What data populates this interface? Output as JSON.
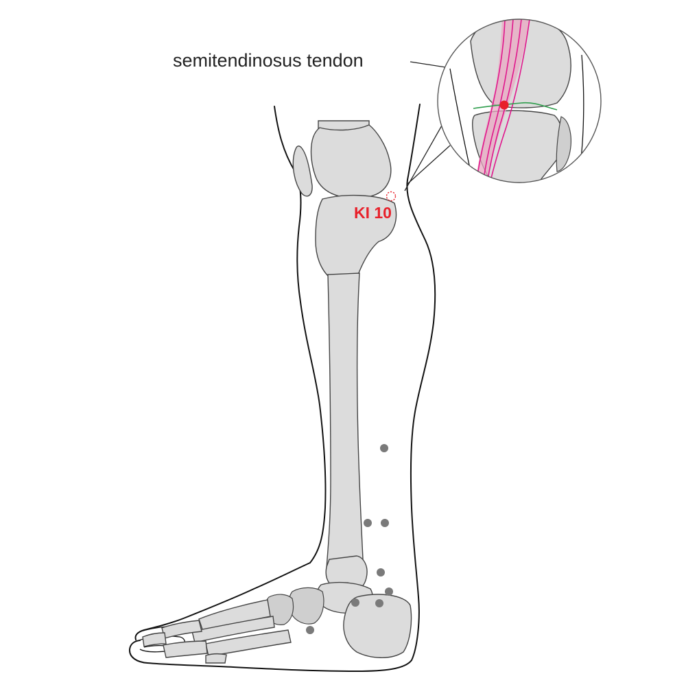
{
  "labels": {
    "tendon": "semitendinosus tendon",
    "point": "KI 10"
  },
  "colors": {
    "point_red": "#e8202a",
    "tendon_magenta": "#e0168c",
    "tendon_fill": "#e9a9c3",
    "joint_line_green": "#2e9d4c",
    "other_points_gray": "#7a7a7a",
    "bone_fill": "#dcdcdc"
  },
  "icons": {
    "main_point": "dashed-circle-marker",
    "detail_point": "filled-red-dot",
    "other_points": "filled-gray-dots"
  }
}
